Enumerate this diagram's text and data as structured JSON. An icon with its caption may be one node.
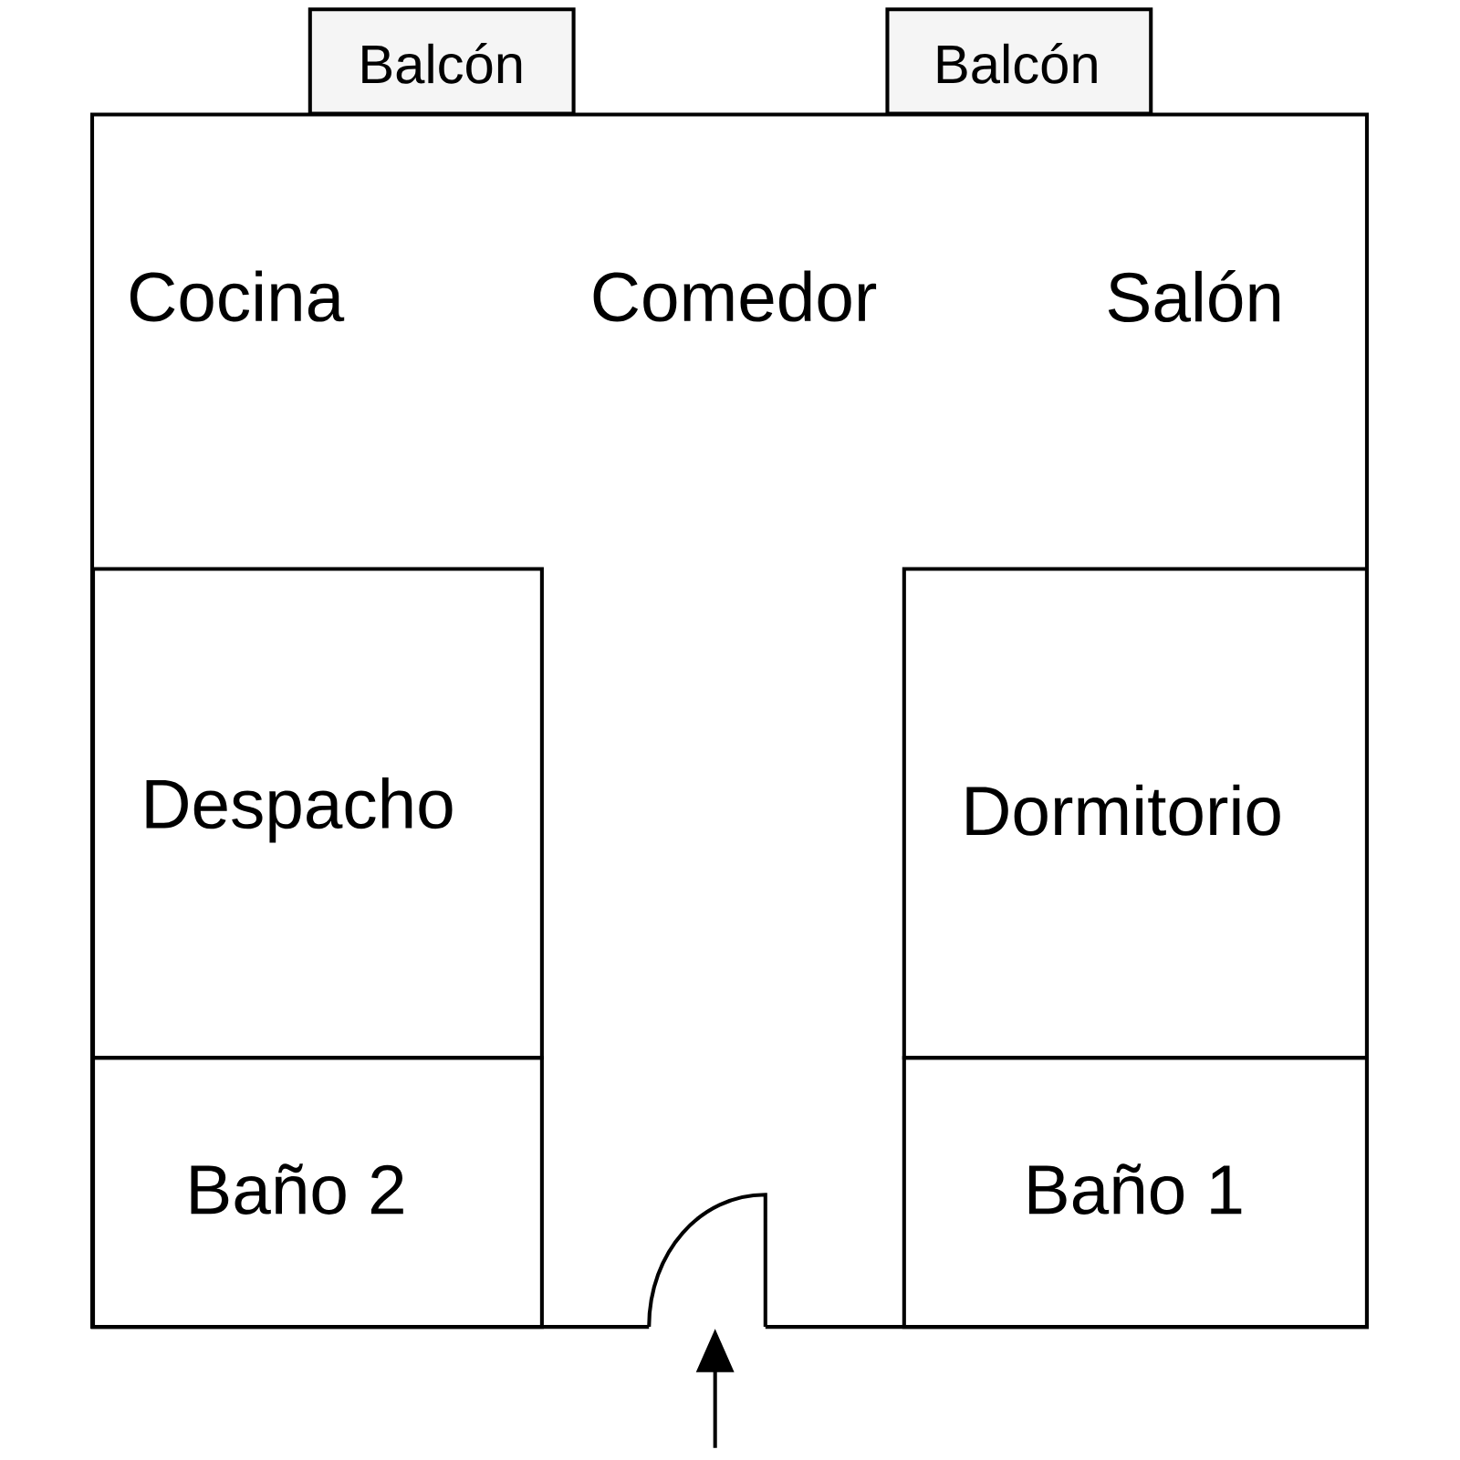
{
  "diagram": {
    "nodes": [
      {
        "text": [
          "Balcón"
        ]
      },
      {
        "text": [
          "Balcón"
        ]
      },
      {
        "text": [
          "Cocina",
          "Comedor",
          "Salón"
        ]
      },
      {
        "text": [
          "Despacho"
        ],
        "in": 2
      },
      {
        "text": [
          "Baño 2"
        ],
        "in": 2
      },
      {
        "text": [
          "Dormitorio"
        ],
        "in": 2
      },
      {
        "text": [
          "Baño 1"
        ],
        "in": 2
      },
      {
        "text": [],
        "shape": "door",
        "in": 2
      }
    ],
    "edges": [
      {
        "from": null,
        "to": 7,
        "arrow": "to"
      }
    ]
  }
}
